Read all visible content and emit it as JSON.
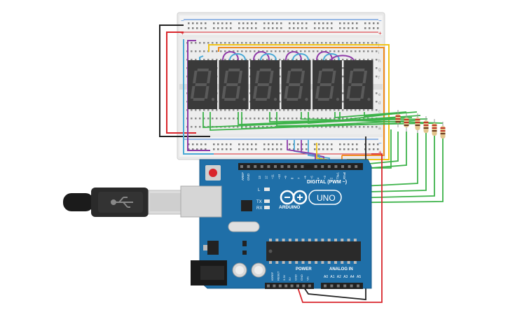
{
  "breadboard": {
    "rail_plus": "+",
    "rail_minus": "−",
    "row_letters_top": [
      "j",
      "i",
      "h",
      "g",
      "f"
    ],
    "row_letters_bottom": [
      "e",
      "d",
      "c",
      "b",
      "a"
    ],
    "digit_count": 6,
    "digit_glyph": "8."
  },
  "arduino": {
    "brand": "ARDUINO",
    "model": "UNO",
    "digital_label": "DIGITAL (PWM ~)",
    "analog_label": "ANALOG IN",
    "power_label": "POWER",
    "led_l": "L",
    "led_tx": "TX",
    "led_rx": "RX",
    "aref": "AREF",
    "gnd": "GND",
    "tx_pin": "TX▸1",
    "rx_pin": "RX◂0",
    "power_pins": [
      "IOREF",
      "RESET",
      "3.3V",
      "5V",
      "GND",
      "GND",
      "Vin"
    ],
    "analog_pins": [
      "A0",
      "A1",
      "A2",
      "A3",
      "A4",
      "A5"
    ],
    "digital_pins": [
      "13",
      "12",
      "~11",
      "~10",
      "~9",
      "8",
      "7",
      "~6",
      "~5",
      "4",
      "~3",
      "2"
    ]
  },
  "colors": {
    "wire_green": "#3db34a",
    "wire_purple": "#8e3aa8",
    "wire_blue": "#49a9d6",
    "wire_yellow": "#f0c419",
    "wire_orange": "#f08a1c",
    "wire_red": "#d9262c",
    "wire_black": "#222222",
    "board_blue": "#1f6fa8",
    "breadboard": "#ececec"
  }
}
